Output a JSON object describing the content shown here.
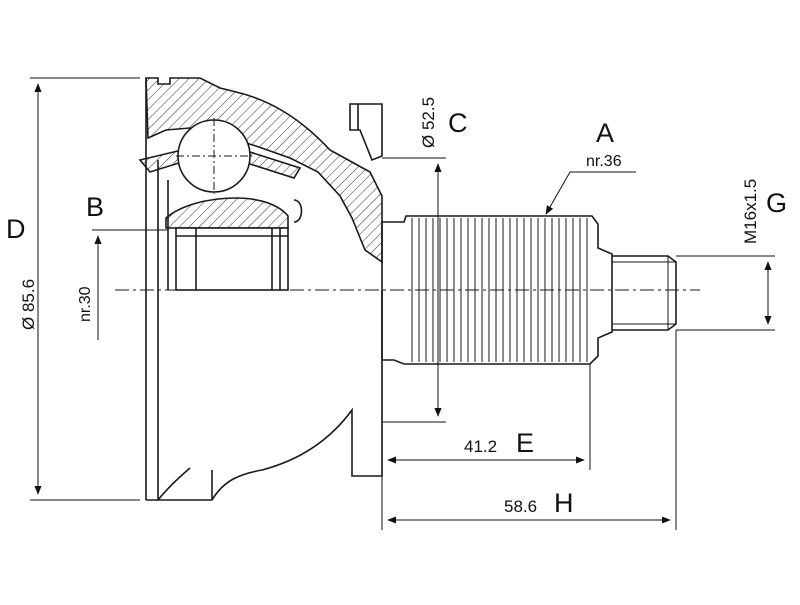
{
  "labels": {
    "A": "A",
    "B": "B",
    "C": "C",
    "D": "D",
    "E": "E",
    "G": "G",
    "H": "H"
  },
  "dimensions": {
    "spline_count_A": "nr.36",
    "spline_count_B": "nr.30",
    "diameter_C": "Ø 52.5",
    "diameter_D": "Ø 85.6",
    "length_E": "41.2",
    "thread_G": "M16x1.5",
    "length_H": "58.6"
  },
  "colors": {
    "line": "#1a1a1a",
    "hatch": "#333333",
    "background": "#ffffff"
  }
}
